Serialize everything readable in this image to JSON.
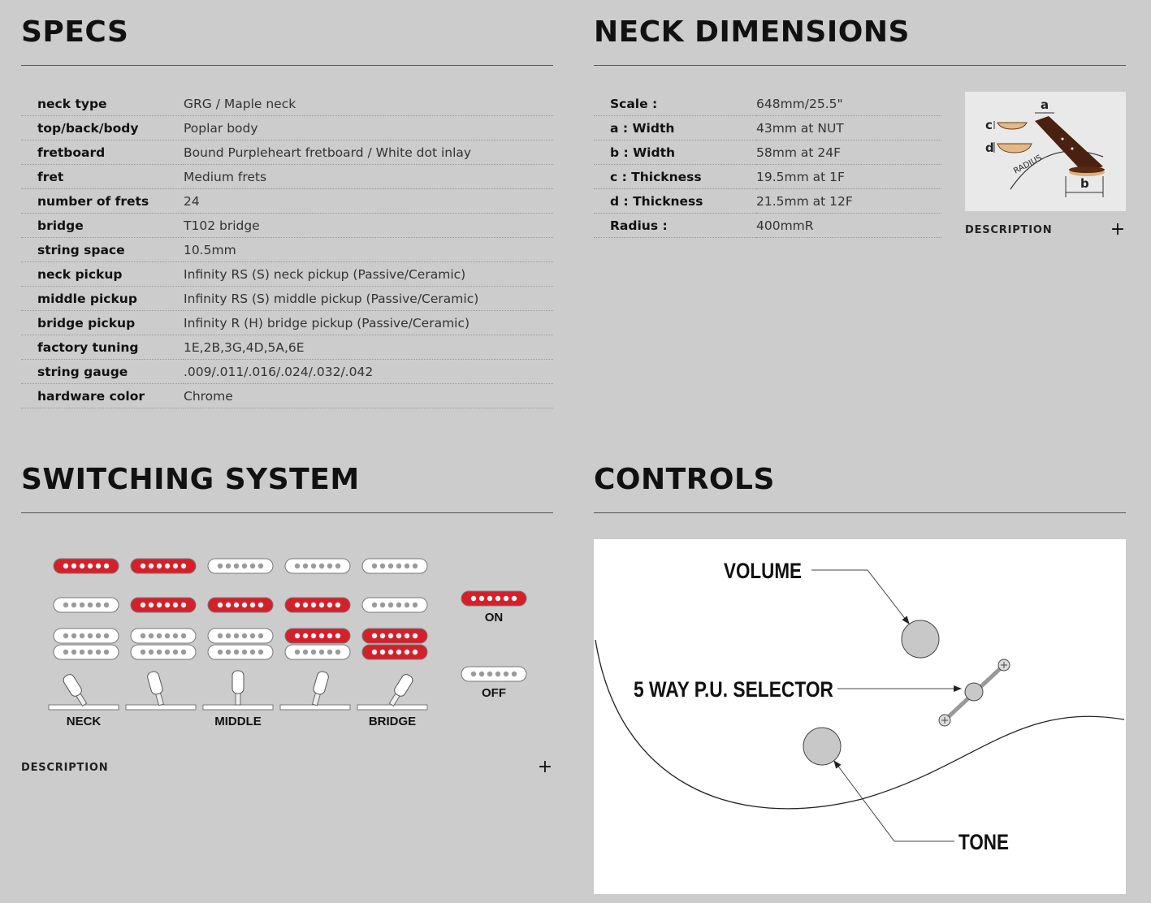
{
  "specs": {
    "title": "SPECS",
    "rows": [
      {
        "label": "neck type",
        "value": "GRG / Maple neck"
      },
      {
        "label": "top/back/body",
        "value": "Poplar body"
      },
      {
        "label": "fretboard",
        "value": "Bound Purpleheart fretboard / White dot inlay"
      },
      {
        "label": "fret",
        "value": "Medium frets"
      },
      {
        "label": "number of frets",
        "value": "24"
      },
      {
        "label": "bridge",
        "value": "T102 bridge"
      },
      {
        "label": "string space",
        "value": "10.5mm"
      },
      {
        "label": "neck pickup",
        "value": "Infinity RS (S) neck pickup (Passive/Ceramic)"
      },
      {
        "label": "middle pickup",
        "value": "Infinity RS (S) middle pickup (Passive/Ceramic)"
      },
      {
        "label": "bridge pickup",
        "value": "Infinity R (H) bridge pickup (Passive/Ceramic)"
      },
      {
        "label": "factory tuning",
        "value": "1E,2B,3G,4D,5A,6E"
      },
      {
        "label": "string gauge",
        "value": ".009/.011/.016/.024/.032/.042"
      },
      {
        "label": "hardware color",
        "value": "Chrome"
      }
    ]
  },
  "neck": {
    "title": "NECK DIMENSIONS",
    "rows": [
      {
        "label": "Scale :",
        "value": "648mm/25.5\""
      },
      {
        "label": "a : Width",
        "value": "43mm at NUT"
      },
      {
        "label": "b : Width",
        "value": "58mm at 24F"
      },
      {
        "label": "c : Thickness",
        "value": "19.5mm at 1F"
      },
      {
        "label": "d : Thickness",
        "value": "21.5mm at 12F"
      },
      {
        "label": "Radius :",
        "value": "400mmR"
      }
    ],
    "diagram_labels": {
      "a": "a",
      "b": "b",
      "c": "c",
      "d": "d",
      "radius": "RADIUS"
    },
    "description": "DESCRIPTION"
  },
  "switching": {
    "title": "SWITCHING SYSTEM",
    "positions": [
      {
        "top": true,
        "mid": false,
        "bot": [
          false,
          false
        ],
        "label": "NECK"
      },
      {
        "top": true,
        "mid": true,
        "bot": [
          false,
          false
        ],
        "label": ""
      },
      {
        "top": false,
        "mid": true,
        "bot": [
          false,
          false
        ],
        "label": "MIDDLE"
      },
      {
        "top": false,
        "mid": true,
        "bot": [
          true,
          false
        ],
        "label": ""
      },
      {
        "top": false,
        "mid": false,
        "bot": [
          true,
          true
        ],
        "label": "BRIDGE"
      }
    ],
    "legend_on": "ON",
    "legend_off": "OFF",
    "description": "DESCRIPTION",
    "colors": {
      "on": "#d4202a",
      "off": "#ffffff"
    }
  },
  "controls": {
    "title": "CONTROLS",
    "volume": "VOLUME",
    "selector": "5 WAY P.U. SELECTOR",
    "tone": "TONE"
  }
}
